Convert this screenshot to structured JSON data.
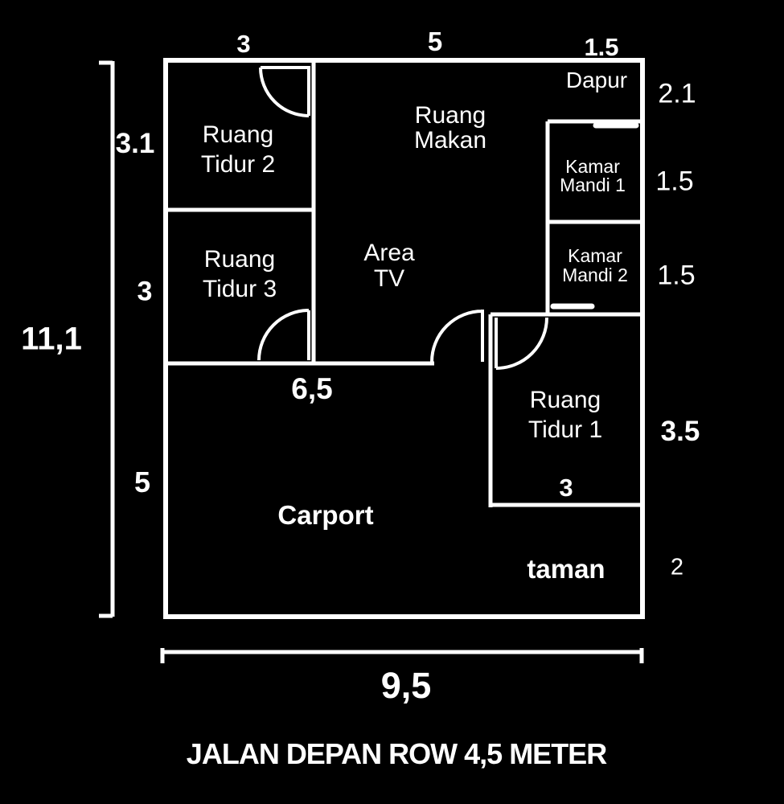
{
  "colors": {
    "background": "#000000",
    "lines": "#ffffff",
    "text": "#ffffff"
  },
  "rooms": {
    "ruang_tidur_2": {
      "line1": "Ruang",
      "line2": "Tidur 2"
    },
    "ruang_makan": {
      "line1": "Ruang",
      "line2": "Makan"
    },
    "dapur": {
      "label": "Dapur"
    },
    "kamar_mandi_1": {
      "line1": "Kamar",
      "line2": "Mandi 1"
    },
    "kamar_mandi_2": {
      "line1": "Kamar",
      "line2": "Mandi 2"
    },
    "ruang_tidur_3": {
      "line1": "Ruang",
      "line2": "Tidur 3"
    },
    "area_tv": {
      "line1": "Area",
      "line2": "TV"
    },
    "ruang_tidur_1": {
      "line1": "Ruang",
      "line2": "Tidur 1"
    },
    "carport": {
      "label": "Carport"
    },
    "taman": {
      "label": "taman"
    }
  },
  "dimensions": {
    "top_left_width": "3",
    "top_middle_width": "5",
    "top_right_width": "1.5",
    "right_dapur_height": "2.1",
    "right_kamar_mandi_1_height": "1.5",
    "right_kamar_mandi_2_height": "1.5",
    "right_ruang_tidur_1_height": "3.5",
    "right_taman_height": "2",
    "left_ruang_tidur_2_height": "3.1",
    "left_ruang_tidur_3_height": "3",
    "left_carport_height": "5",
    "left_total_height": "11,1",
    "inner_hall_width": "6,5",
    "inner_ruang_tidur_1_width": "3",
    "bottom_total_width": "9,5"
  },
  "caption": "JALAN DEPAN ROW 4,5 METER"
}
